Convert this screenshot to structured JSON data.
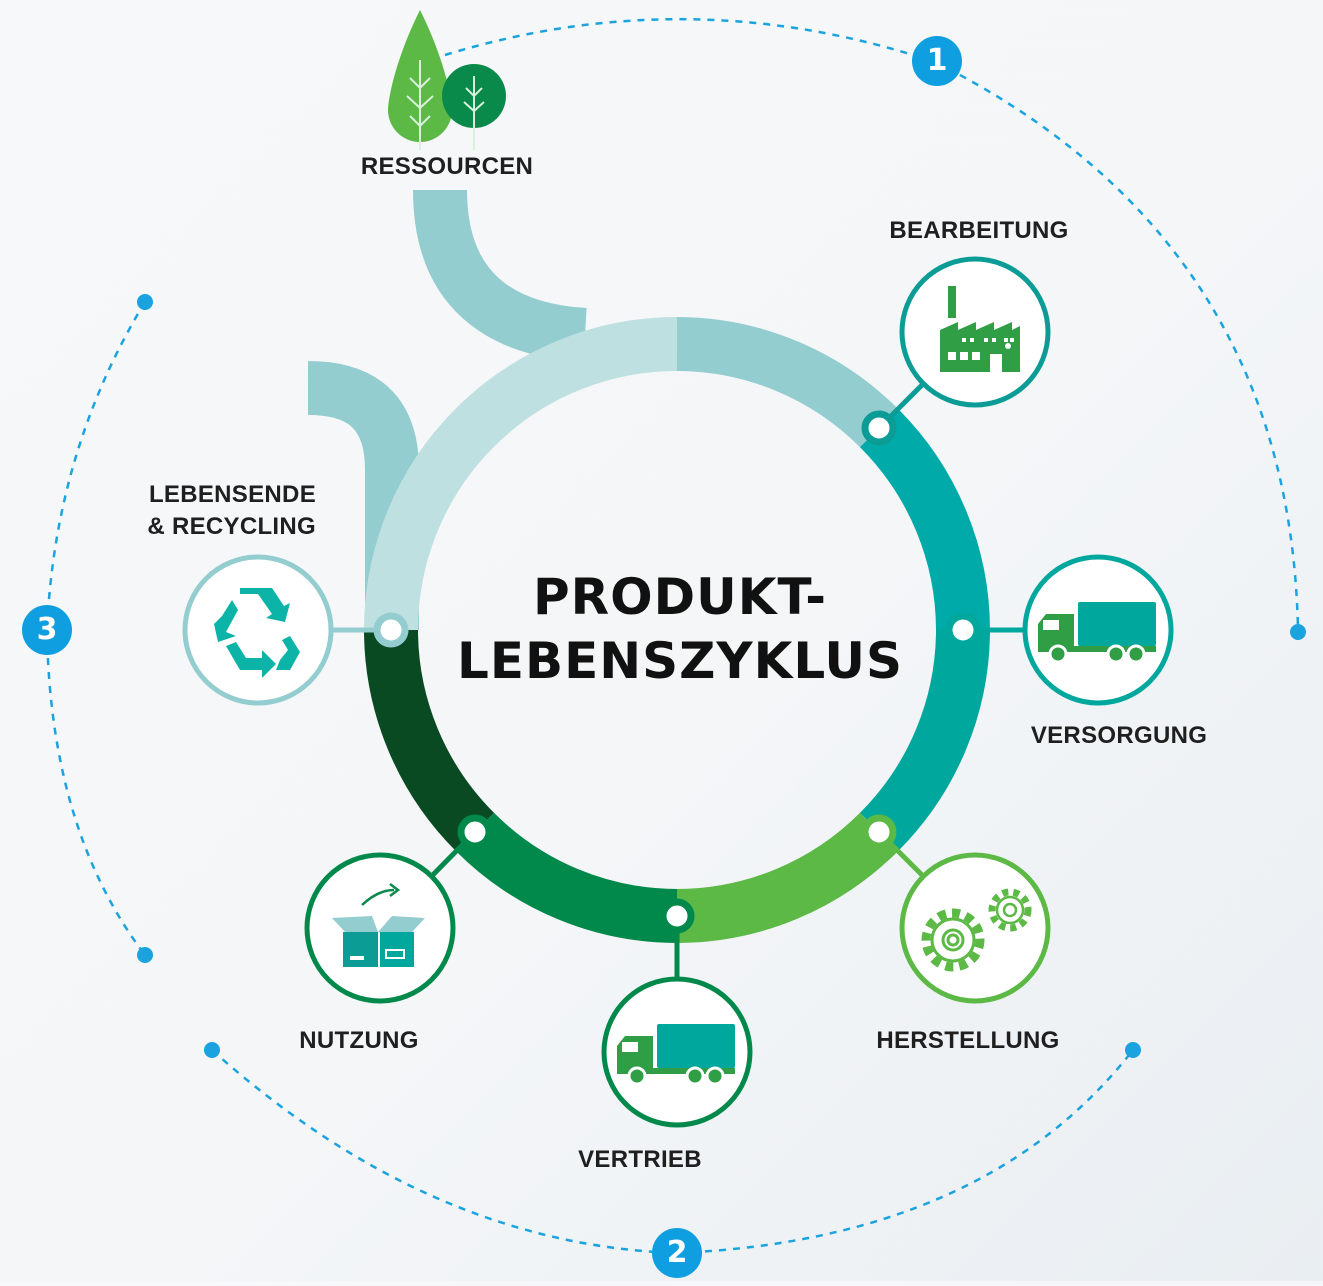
{
  "title": {
    "line1": "PRODUKT-",
    "line2": "LEBENSZYKLUS"
  },
  "stages": {
    "ressourcen": "RESSOURCEN",
    "bearbeitung": "BEARBEITUNG",
    "versorgung": "VERSORGUNG",
    "herstellung": "HERSTELLUNG",
    "vertrieb": "VERTRIEB",
    "nutzung": "NUTZUNG",
    "lebensende_line1": "LEBENSENDE",
    "lebensende_line2": "& RECYCLING"
  },
  "phases": [
    "1",
    "2",
    "3"
  ],
  "icons": {
    "ressourcen": "trees-icon",
    "bearbeitung": "factory-icon",
    "versorgung": "truck-icon",
    "herstellung": "gears-icon",
    "vertrieb": "truck-icon",
    "nutzung": "open-box-icon",
    "lebensende": "recycle-icon"
  },
  "colors": {
    "phase_badge": "#0f9ee0",
    "ring_light": "#bfe0e0",
    "ring_teal_light": "#94cdcf",
    "ring_teal": "#00aaa8",
    "ring_light_green": "#5cb946",
    "ring_green": "#00894a",
    "ring_dark_green": "#0a4a22"
  }
}
